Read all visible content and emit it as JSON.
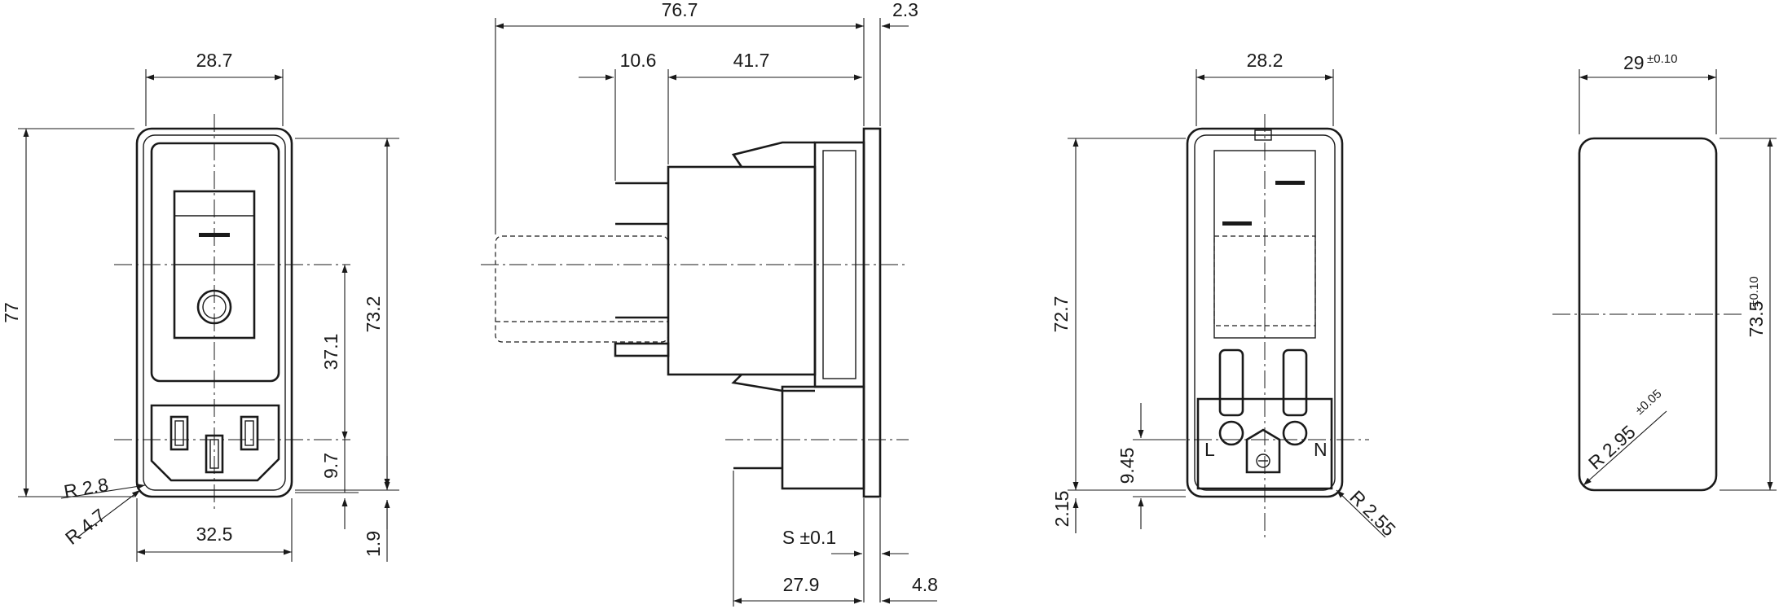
{
  "views": {
    "front": {
      "labels": {
        "width_outer": "28.7",
        "height_outer": "77",
        "height_inner": "73.2",
        "height_mid": "37.1",
        "height_low": "9.7",
        "bottom_offset": "1.9",
        "width_base": "32.5",
        "radius_small": "R 2.8",
        "radius_large": "R 4.7"
      }
    },
    "side": {
      "labels": {
        "overall_length": "76.7",
        "flange": "2.3",
        "offset": "10.6",
        "body_depth": "41.7",
        "panel_thickness": "S ±0.1",
        "rear_depth": "27.9",
        "lip": "4.8"
      }
    },
    "rear": {
      "labels": {
        "width": "28.2",
        "height": "72.7",
        "offset_a": "9.45",
        "offset_b": "2.15",
        "radius": "R 2.55",
        "terminal_l": "L",
        "terminal_n": "N"
      }
    },
    "cutout": {
      "labels": {
        "width": "29",
        "width_tol": "±0.10",
        "height": "73.5",
        "height_tol": "±0.10",
        "radius": "R 2.95",
        "radius_tol": "±0.05"
      }
    }
  }
}
